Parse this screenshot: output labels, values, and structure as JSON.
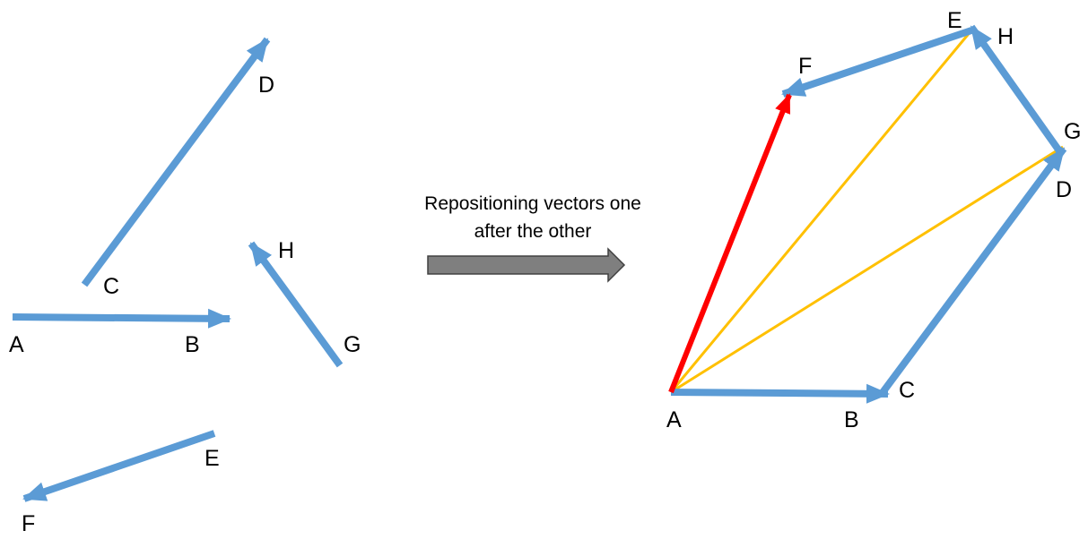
{
  "caption": {
    "line1": "Repositioning vectors one",
    "line2": "after the other"
  },
  "colors": {
    "vector": "#5b9bd5",
    "resultant": "#ff0000",
    "partial_sum": "#ffc000",
    "block_arrow_fill": "#7f7f7f",
    "block_arrow_stroke": "#404040",
    "text": "#000000"
  },
  "left_panel": {
    "labels": {
      "A": "A",
      "B": "B",
      "C": "C",
      "D": "D",
      "E": "E",
      "F": "F",
      "G": "G",
      "H": "H"
    }
  },
  "right_panel": {
    "labels": {
      "A": "A",
      "B": "B",
      "C": "C",
      "D": "D",
      "E": "E",
      "F": "F",
      "G": "G",
      "H": "H"
    }
  }
}
